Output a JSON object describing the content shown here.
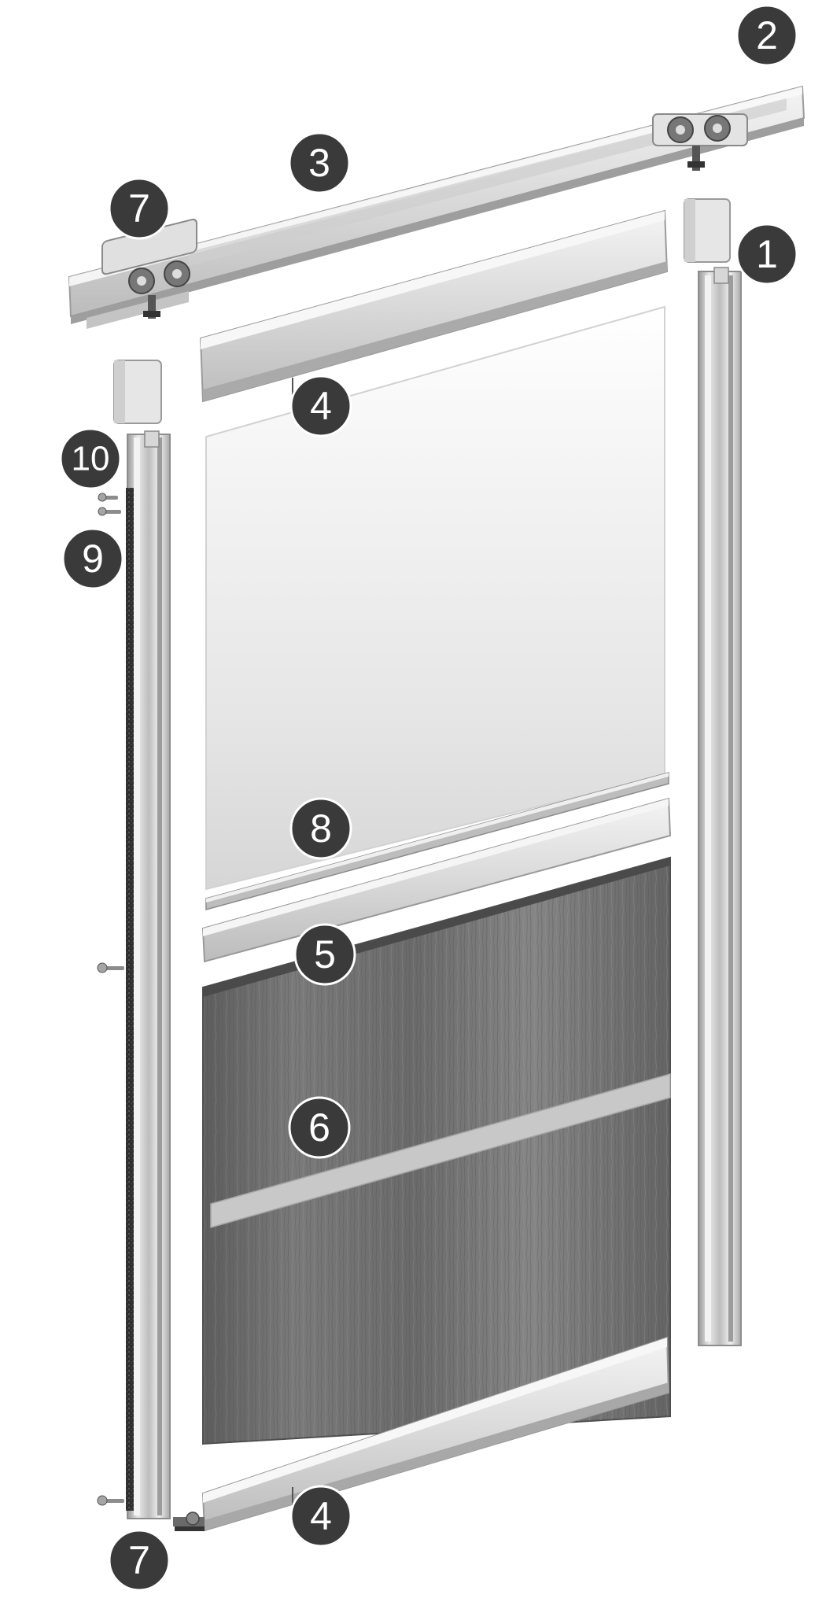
{
  "diagram": {
    "callouts": [
      {
        "id": "c1",
        "label": "1"
      },
      {
        "id": "c2",
        "label": "2"
      },
      {
        "id": "c3",
        "label": "3"
      },
      {
        "id": "c7a",
        "label": "7"
      },
      {
        "id": "c4a",
        "label": "4"
      },
      {
        "id": "c10",
        "label": "10"
      },
      {
        "id": "c9",
        "label": "9"
      },
      {
        "id": "c8",
        "label": "8"
      },
      {
        "id": "c5",
        "label": "5"
      },
      {
        "id": "c6",
        "label": "6"
      },
      {
        "id": "c4b",
        "label": "4"
      },
      {
        "id": "c7b",
        "label": "7"
      }
    ]
  }
}
